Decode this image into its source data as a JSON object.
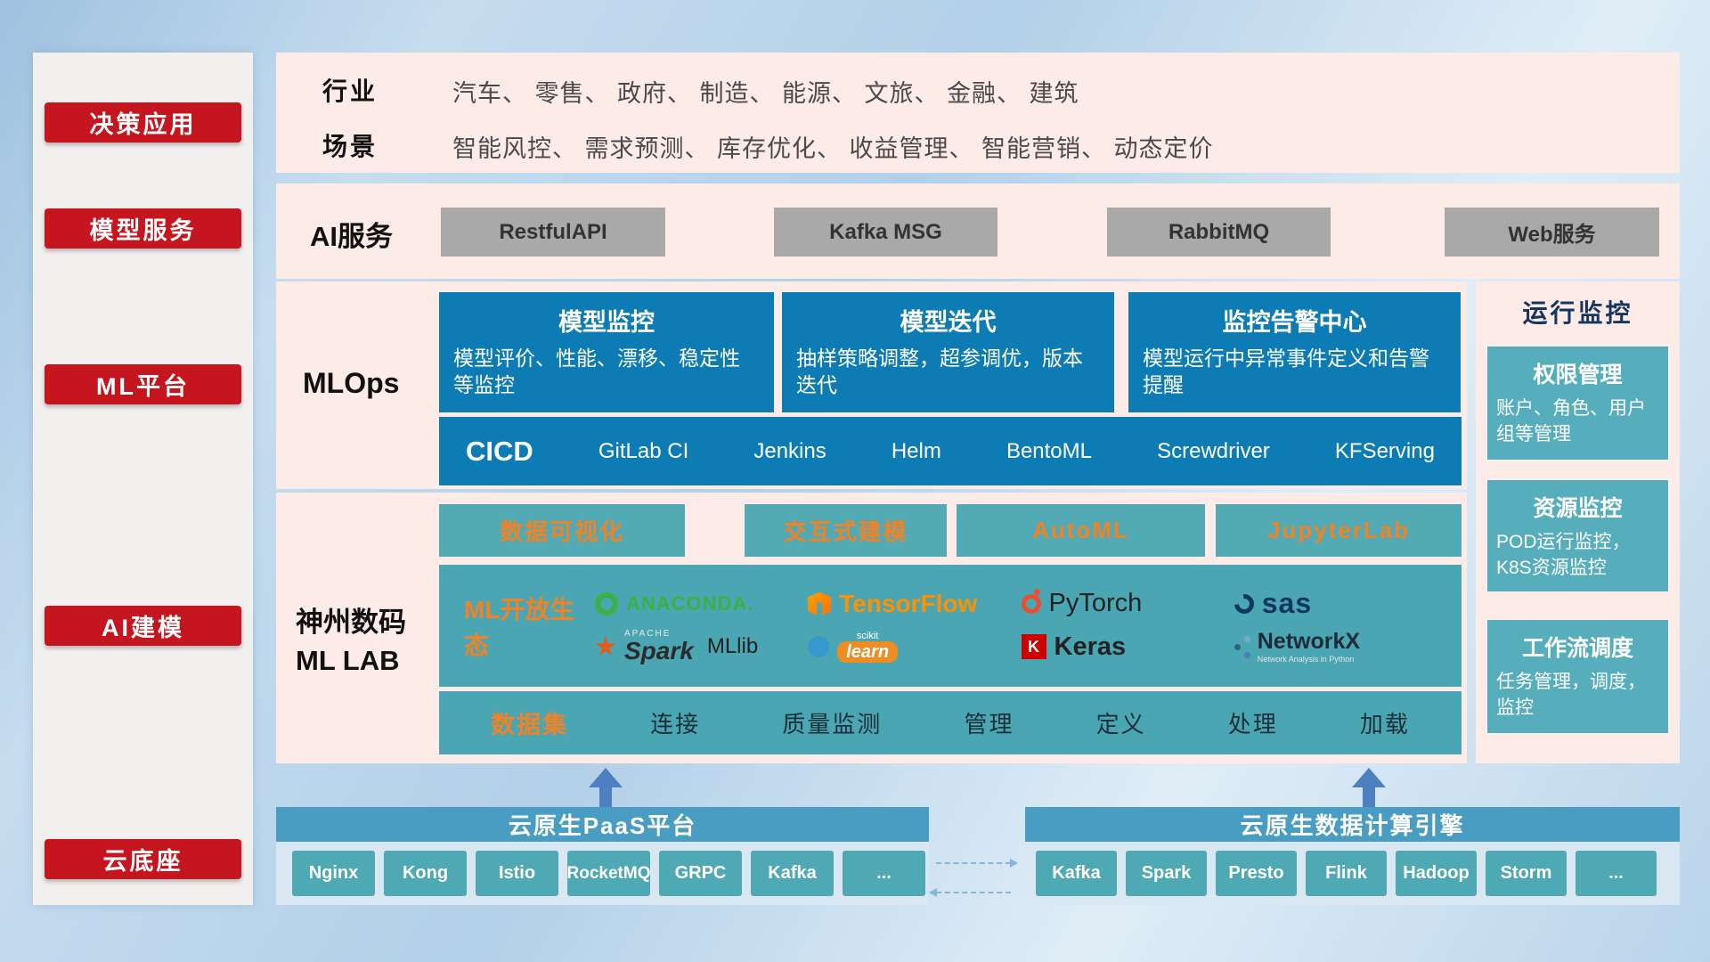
{
  "colors": {
    "accent_red": "#c5161f",
    "panel_pink": "#fdebe7",
    "card_blue": "#0d7cb5",
    "teal": "#4fa9b4",
    "header_blue": "#4a9dc2",
    "orange": "#f08327"
  },
  "sidebar": {
    "items": [
      {
        "label": "决策应用"
      },
      {
        "label": "模型服务"
      },
      {
        "label": "ML平台"
      },
      {
        "label": "AI建模"
      },
      {
        "label": "云底座"
      }
    ]
  },
  "business": {
    "industry_label": "行业",
    "industry_text": "汽车、 零售、 政府、 制造、 能源、 文旅、 金融、 建筑",
    "scene_label": "场景",
    "scene_text": "智能风控、 需求预测、 库存优化、 收益管理、 智能营销、 动态定价"
  },
  "ai_service": {
    "label": "AI服务",
    "buttons": [
      "RestfulAPI",
      "Kafka MSG",
      "RabbitMQ",
      "Web服务"
    ]
  },
  "mlops": {
    "label": "MLOps",
    "cards": [
      {
        "title": "模型监控",
        "desc": "模型评价、性能、漂移、稳定性等监控"
      },
      {
        "title": "模型迭代",
        "desc": "抽样策略调整，超参调优，版本迭代"
      },
      {
        "title": "监控告警中心",
        "desc": "模型运行中异常事件定义和告警提醒"
      }
    ],
    "cicd_label": "CICD",
    "cicd_tools": [
      "GitLab CI",
      "Jenkins",
      "Helm",
      "BentoML",
      "Screwdriver",
      "KFServing"
    ]
  },
  "monitoring": {
    "title": "运行监控",
    "cards": [
      {
        "title": "权限管理",
        "desc": "账户、角色、用户组等管理"
      },
      {
        "title": "资源监控",
        "desc": "POD运行监控，K8S资源监控"
      },
      {
        "title": "工作流调度",
        "desc": "任务管理，调度，监控"
      }
    ]
  },
  "mllab": {
    "label_line1": "神州数码",
    "label_line2": "ML LAB",
    "tabs": [
      "数据可视化",
      "交互式建模",
      "AutoML",
      "JupyterLab"
    ],
    "ecosystem": {
      "label": "ML开放生态",
      "logos": {
        "anaconda": "ANACONDA.",
        "tensorflow": "TensorFlow",
        "pytorch": "PyTorch",
        "sas": "sas",
        "spark_prefix": "APACHE",
        "spark": "Spark",
        "mllib": "MLlib",
        "scikit_prefix": "scikit",
        "scikit": "learn",
        "keras_letter": "K",
        "keras": "Keras",
        "networkx": "NetworkX",
        "networkx_sub": "Network Analysis in Python"
      }
    },
    "dataset": {
      "label": "数据集",
      "items": [
        "连接",
        "质量监测",
        "管理",
        "定义",
        "处理",
        "加载"
      ]
    }
  },
  "cloud": {
    "paas": {
      "title": "云原生PaaS平台",
      "items": [
        "Nginx",
        "Kong",
        "Istio",
        "RocketMQ",
        "GRPC",
        "Kafka",
        "..."
      ]
    },
    "engine": {
      "title": "云原生数据计算引擎",
      "items": [
        "Kafka",
        "Spark",
        "Presto",
        "Flink",
        "Hadoop",
        "Storm",
        "..."
      ]
    }
  }
}
